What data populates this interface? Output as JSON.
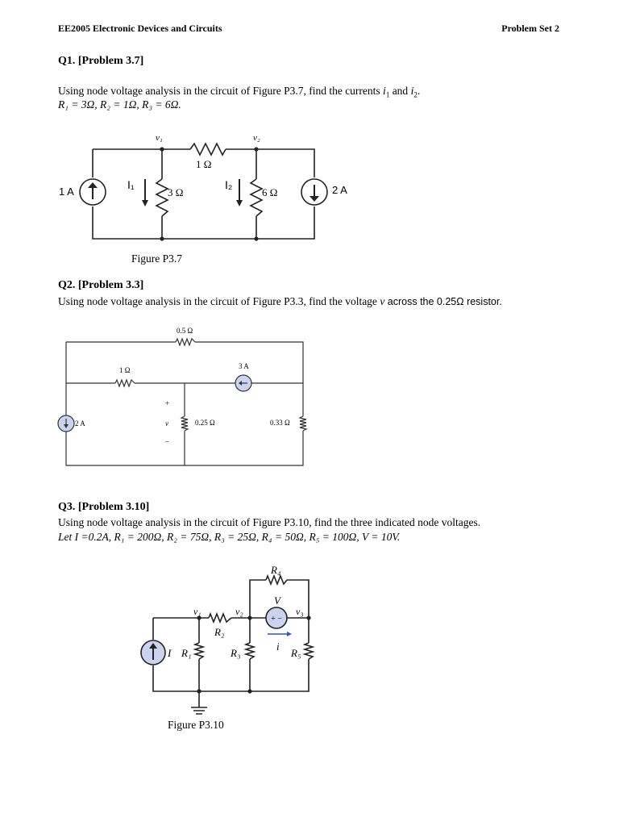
{
  "header": {
    "left": "EE2005 Electronic Devices and Circuits",
    "right": "Problem Set 2"
  },
  "q1": {
    "title": "Q1. [Problem 3.7]",
    "line1_a": "Using node voltage analysis in the circuit of Figure P3.7, find the currents ",
    "i1": "i",
    "i1_sub": "1",
    "line1_and": " and ",
    "i2": "i",
    "i2_sub": "2",
    "line1_end": ".",
    "line2": "R₁ = 3Ω, R₂ = 1Ω, R₃ = 6Ω.",
    "figure": {
      "v1": "v₁",
      "v2": "v₂",
      "r_top": "1 Ω",
      "src_left": "1 A",
      "src_right": "2 A",
      "i1": "I₁",
      "i2": "I₂",
      "r_mid1": "3 Ω",
      "r_mid2": "6 Ω"
    },
    "caption": "Figure P3.7"
  },
  "q2": {
    "title": "Q2. [Problem 3.3]",
    "line1_a": "Using node voltage analysis in the circuit of Figure P3.3, find the voltage ",
    "v": "v",
    "line1_b": " across the 0.25Ω resistor.",
    "figure": {
      "r_top": "0.5 Ω",
      "r_left": "1 Ω",
      "src_top": "3 A",
      "src_left": "2 A",
      "plus": "+",
      "v": "v",
      "minus": "–",
      "r_mid": "0.25 Ω",
      "r_right": "0.33 Ω"
    }
  },
  "q3": {
    "title": "Q3. [Problem 3.10]",
    "line1": "Using node voltage analysis in the circuit of Figure P3.10, find the three indicated node voltages.",
    "line2": "Let I =0.2A, R₁ = 200Ω, R₂ = 75Ω, R₃ = 25Ω, R₄ = 50Ω, R₅ = 100Ω, V = 10V.",
    "figure": {
      "r4": "R₄",
      "V": "V",
      "v1": "v₁",
      "v2": "v₂",
      "v3": "v₃",
      "r2": "R₂",
      "I": "I",
      "r1": "R₁",
      "r3": "R₃",
      "i": "i",
      "r5": "R₅",
      "plus_minus": "+ −"
    },
    "caption": "Figure P3.10"
  }
}
